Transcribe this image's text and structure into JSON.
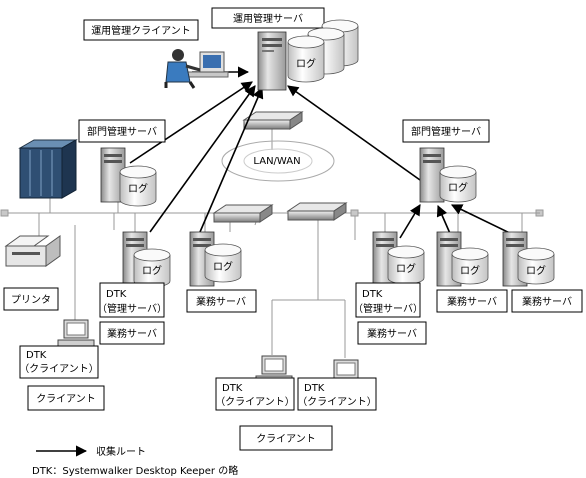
{
  "labels": {
    "ops_client": "運用管理クライアント",
    "ops_server": "運用管理サーバ",
    "dept_server_left": "部門管理サーバ",
    "dept_server_right": "部門管理サーバ",
    "lan_wan": "LAN/WAN",
    "printer": "プリンタ",
    "business_server": "業務サーバ",
    "client": "クライアント",
    "log": "ログ",
    "dtk": "DTK",
    "dtk_mgmt_server": "（管理サーバ）",
    "dtk_client": "（クライアント）"
  },
  "legend": {
    "route_label": "収集ルート",
    "footnote": "DTK：Systemwalker Desktop Keeper の略"
  },
  "colors": {
    "arrow": "#000000",
    "network_line": "#999999",
    "server_metal": "#c8c8c8"
  },
  "icons": [
    "server-tower-icon",
    "disk-cylinder-icon",
    "router-icon",
    "pc-client-icon",
    "printer-icon",
    "mainframe-icon",
    "operator-icon",
    "cloud-icon"
  ]
}
